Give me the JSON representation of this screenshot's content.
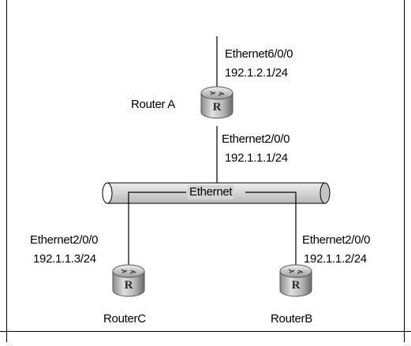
{
  "routers": {
    "a": {
      "name": "Router A",
      "icon_letter": "R",
      "upper_interface": {
        "name": "Ethernet6/0/0",
        "ip": "192.1.2.1/24"
      },
      "lower_interface": {
        "name": "Ethernet2/0/0",
        "ip": "192.1.1.1/24"
      }
    },
    "c": {
      "name": "RouterC",
      "icon_letter": "R",
      "interface": {
        "name": "Ethernet2/0/0",
        "ip": "192.1.1.3/24"
      }
    },
    "b": {
      "name": "RouterB",
      "icon_letter": "R",
      "interface": {
        "name": "Ethernet2/0/0",
        "ip": "192.1.1.2/24"
      }
    }
  },
  "bus": {
    "label": "Ethernet"
  },
  "colors": {
    "bus_fill": "#d4d4d4",
    "router_body": "#c8c8c8",
    "router_dark": "#6e6e6e",
    "line": "#000000"
  },
  "icons": {
    "router": "router-icon"
  }
}
